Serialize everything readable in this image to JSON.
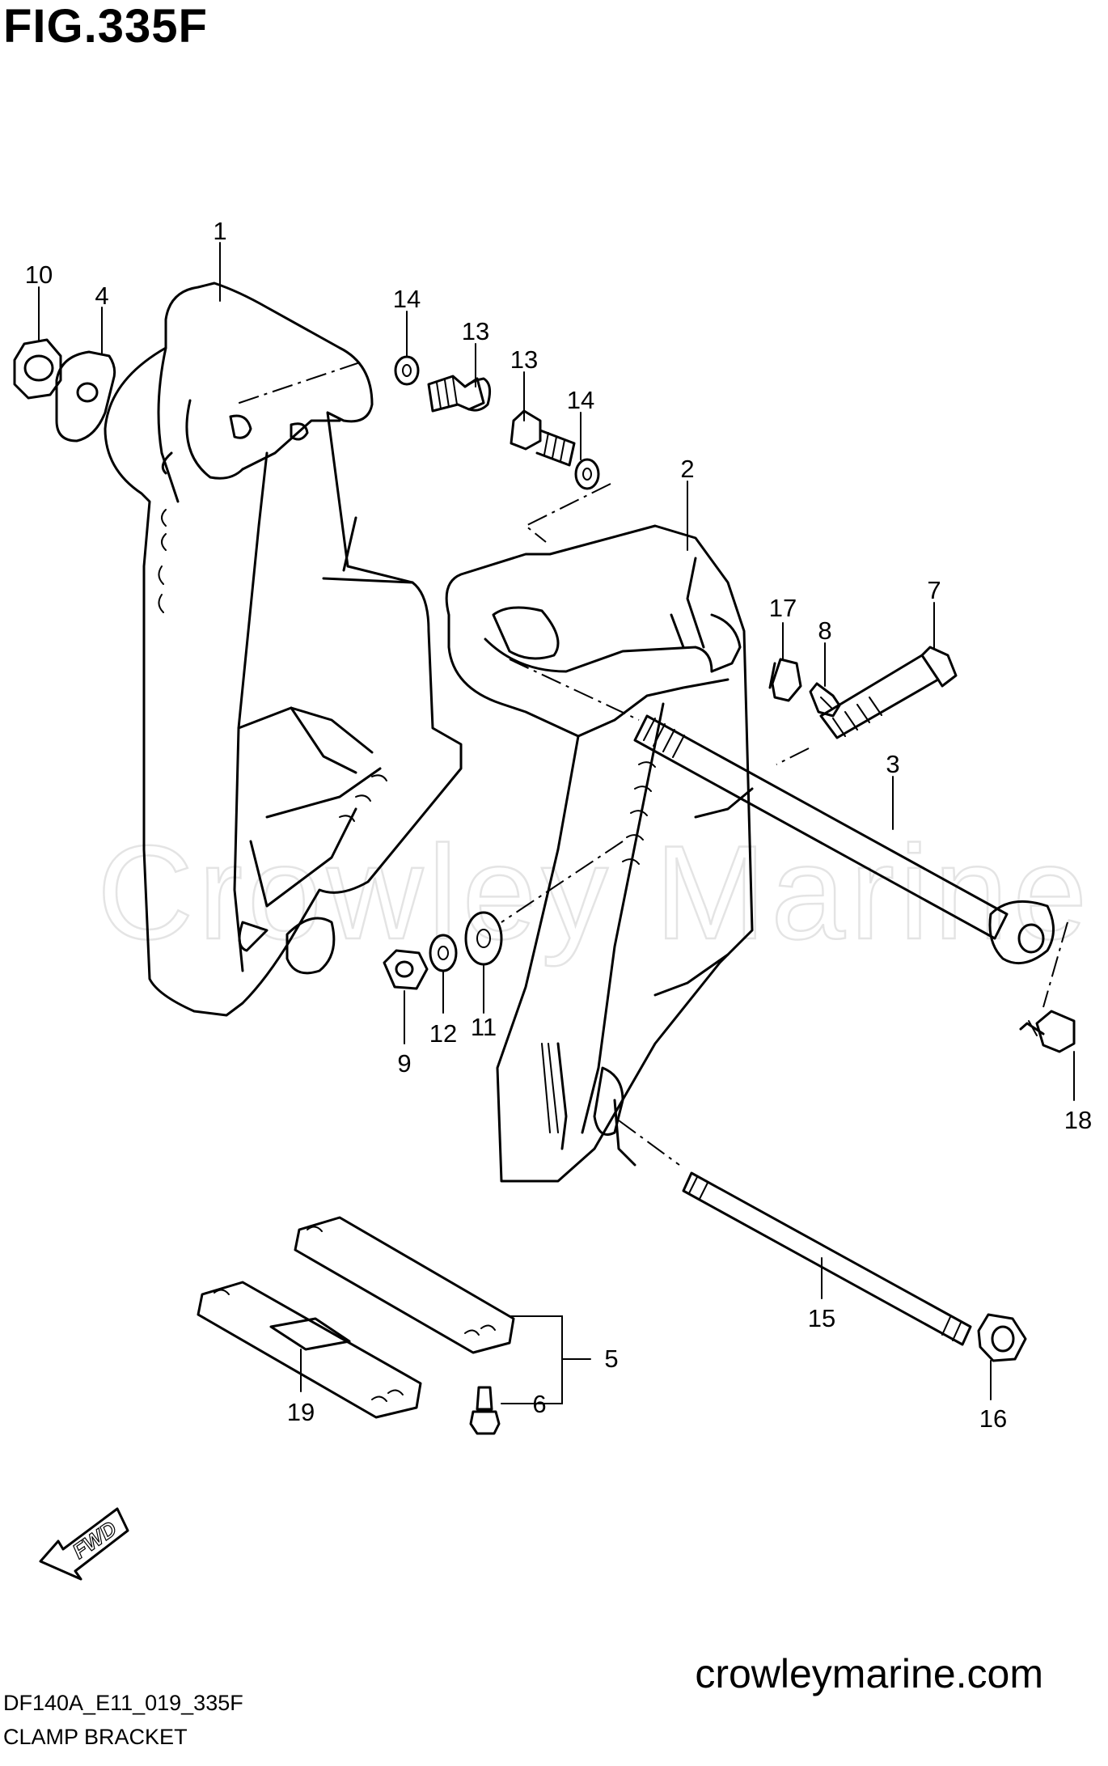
{
  "figure_title": "FIG.335F",
  "watermark": "Crowley Marine",
  "website": "crowleymarine.com",
  "drawing_code": "DF140A_E11_019_335F",
  "caption": "CLAMP BRACKET",
  "direction_arrow_label": "FWD",
  "callouts": {
    "c1": "1",
    "c2": "2",
    "c3": "3",
    "c4": "4",
    "c5": "5",
    "c6": "6",
    "c7": "7",
    "c8": "8",
    "c9": "9",
    "c10": "10",
    "c11": "11",
    "c12": "12",
    "c13a": "13",
    "c13b": "13",
    "c14a": "14",
    "c14b": "14",
    "c15": "15",
    "c16": "16",
    "c17": "17",
    "c18": "18",
    "c19": "19"
  }
}
